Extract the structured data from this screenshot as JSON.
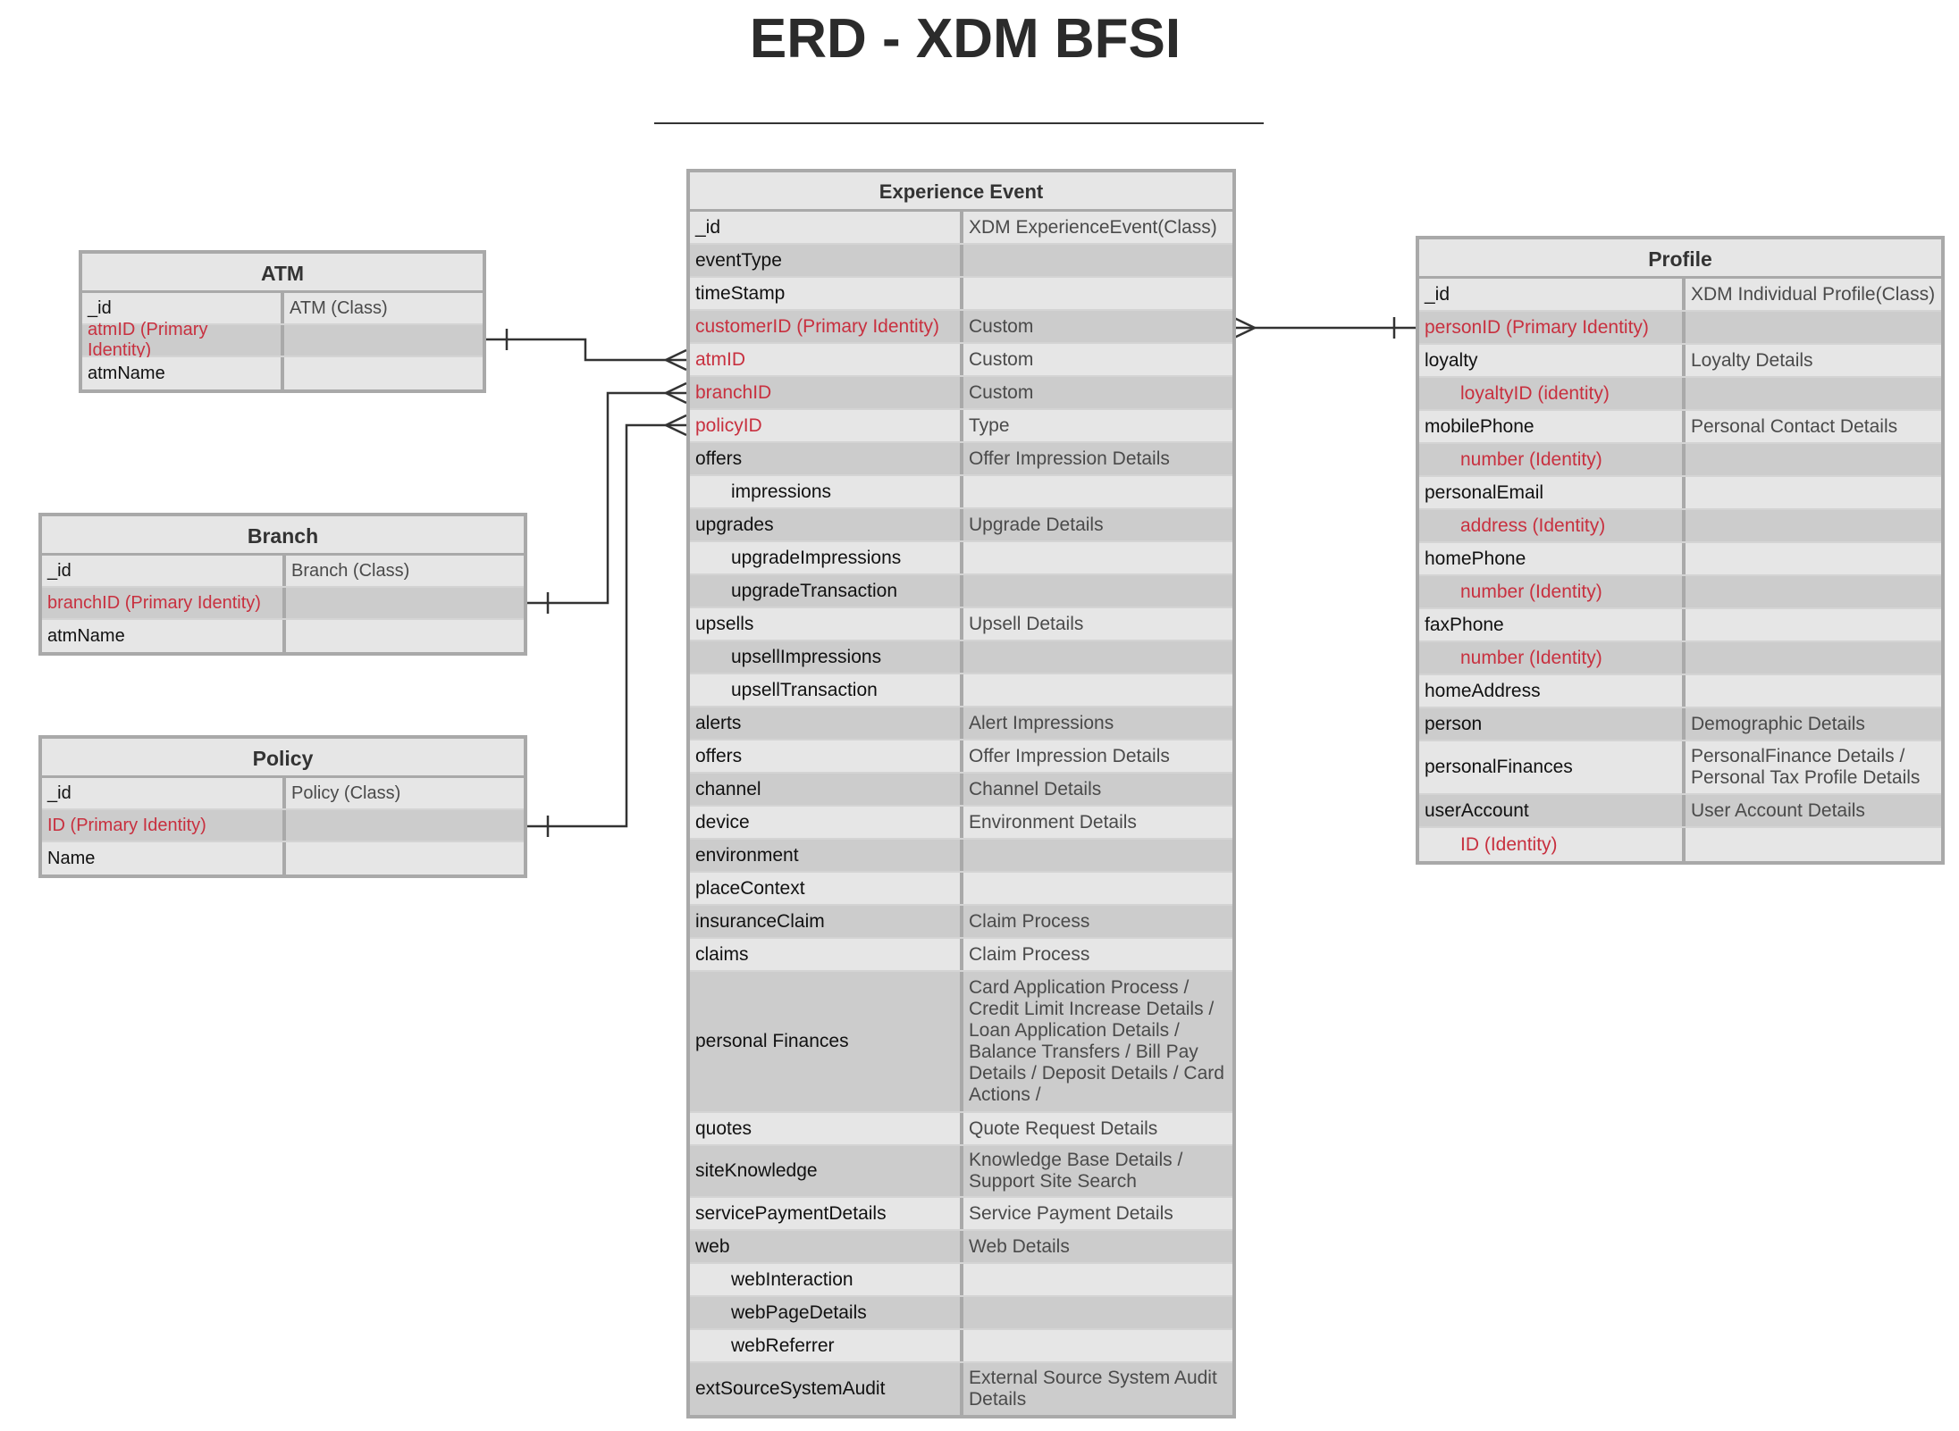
{
  "title": "ERD - XDM BFSI",
  "colors": {
    "identity": "#c8303f",
    "border": "#a9a9a9",
    "row_light": "#e6e6e6",
    "row_dark": "#cccccc",
    "line": "#333333"
  },
  "entities": {
    "atm": {
      "title": "ATM",
      "rows": [
        {
          "key": "_id",
          "value": "ATM (Class)"
        },
        {
          "key": "atmID (Primary Identity)",
          "value": "",
          "identity": true
        },
        {
          "key": "atmName",
          "value": ""
        }
      ]
    },
    "branch": {
      "title": "Branch",
      "rows": [
        {
          "key": "_id",
          "value": "Branch (Class)"
        },
        {
          "key": "branchID (Primary Identity)",
          "value": "",
          "identity": true
        },
        {
          "key": "atmName",
          "value": ""
        }
      ]
    },
    "policy": {
      "title": "Policy",
      "rows": [
        {
          "key": "_id",
          "value": "Policy (Class)"
        },
        {
          "key": "ID (Primary Identity)",
          "value": "",
          "identity": true
        },
        {
          "key": "Name",
          "value": ""
        }
      ]
    },
    "experience_event": {
      "title": "Experience Event",
      "rows": [
        {
          "key": "_id",
          "value": "XDM ExperienceEvent(Class)"
        },
        {
          "key": "eventType",
          "value": ""
        },
        {
          "key": "timeStamp",
          "value": ""
        },
        {
          "key": "customerID (Primary Identity)",
          "value": "Custom",
          "identity": true
        },
        {
          "key": "atmID",
          "value": "Custom",
          "identity": true
        },
        {
          "key": "branchID",
          "value": "Custom",
          "identity": true
        },
        {
          "key": "policyID",
          "value": "Type",
          "identity": true
        },
        {
          "key": "offers",
          "value": "Offer Impression Details"
        },
        {
          "key": "impressions",
          "value": "",
          "indent": true
        },
        {
          "key": "upgrades",
          "value": "Upgrade Details"
        },
        {
          "key": "upgradeImpressions",
          "value": "",
          "indent": true
        },
        {
          "key": "upgradeTransaction",
          "value": "",
          "indent": true
        },
        {
          "key": "upsells",
          "value": "Upsell Details"
        },
        {
          "key": "upsellImpressions",
          "value": "",
          "indent": true
        },
        {
          "key": "upsellTransaction",
          "value": "",
          "indent": true
        },
        {
          "key": "alerts",
          "value": "Alert Impressions"
        },
        {
          "key": "offers",
          "value": "Offer Impression Details"
        },
        {
          "key": "channel",
          "value": "Channel Details"
        },
        {
          "key": "device",
          "value": "Environment Details"
        },
        {
          "key": "environment",
          "value": ""
        },
        {
          "key": "placeContext",
          "value": ""
        },
        {
          "key": "insuranceClaim",
          "value": "Claim Process"
        },
        {
          "key": "claims",
          "value": "Claim Process"
        },
        {
          "key": "personal Finances",
          "value": "Card Application Process / Credit Limit Increase Details / Loan Application Details / Balance Transfers / Bill Pay Details /  Deposit Details / Card Actions /"
        },
        {
          "key": "quotes",
          "value": "Quote Request Details"
        },
        {
          "key": "siteKnowledge",
          "value": "Knowledge Base Details / Support Site Search"
        },
        {
          "key": "servicePaymentDetails",
          "value": "Service Payment Details"
        },
        {
          "key": "web",
          "value": "Web Details"
        },
        {
          "key": "webInteraction",
          "value": "",
          "indent": true
        },
        {
          "key": "webPageDetails",
          "value": "",
          "indent": true
        },
        {
          "key": "webReferrer",
          "value": "",
          "indent": true
        },
        {
          "key": "extSourceSystemAudit",
          "value": "External Source System Audit Details"
        }
      ]
    },
    "profile": {
      "title": "Profile",
      "rows": [
        {
          "key": "_id",
          "value": "XDM Individual Profile(Class)"
        },
        {
          "key": "personID (Primary Identity)",
          "value": "",
          "identity": true
        },
        {
          "key": "loyalty",
          "value": "Loyalty Details"
        },
        {
          "key": "loyaltyID (identity)",
          "value": "",
          "identity": true,
          "indent": true
        },
        {
          "key": "mobilePhone",
          "value": "Personal Contact Details"
        },
        {
          "key": "number (Identity)",
          "value": "",
          "identity": true,
          "indent": true
        },
        {
          "key": "personalEmail",
          "value": ""
        },
        {
          "key": "address (Identity)",
          "value": "",
          "identity": true,
          "indent": true
        },
        {
          "key": "homePhone",
          "value": ""
        },
        {
          "key": "number (Identity)",
          "value": "",
          "identity": true,
          "indent": true
        },
        {
          "key": "faxPhone",
          "value": ""
        },
        {
          "key": "number (Identity)",
          "value": "",
          "identity": true,
          "indent": true
        },
        {
          "key": "homeAddress",
          "value": ""
        },
        {
          "key": "person",
          "value": "Demographic Details"
        },
        {
          "key": "personalFinances",
          "value": "PersonalFinance Details / Personal Tax Profile Details"
        },
        {
          "key": "userAccount",
          "value": "User Account Details"
        },
        {
          "key": "ID (Identity)",
          "value": "",
          "identity": true,
          "indent": true
        }
      ]
    }
  }
}
